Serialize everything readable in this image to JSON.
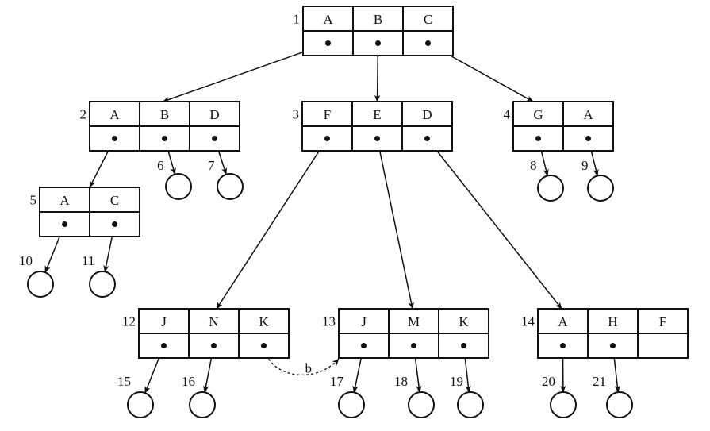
{
  "diagram": {
    "type": "B+ tree / index tree",
    "nodes": [
      {
        "id": "1",
        "label": "1",
        "keys": [
          "A",
          "B",
          "C"
        ],
        "pointers": [
          true,
          true,
          true
        ]
      },
      {
        "id": "2",
        "label": "2",
        "keys": [
          "A",
          "B",
          "D"
        ],
        "pointers": [
          true,
          true,
          true
        ]
      },
      {
        "id": "3",
        "label": "3",
        "keys": [
          "F",
          "E",
          "D"
        ],
        "pointers": [
          true,
          true,
          true
        ]
      },
      {
        "id": "4",
        "label": "4",
        "keys": [
          "G",
          "A"
        ],
        "pointers": [
          true,
          true
        ]
      },
      {
        "id": "5",
        "label": "5",
        "keys": [
          "A",
          "C"
        ],
        "pointers": [
          true,
          true
        ]
      },
      {
        "id": "12",
        "label": "12",
        "keys": [
          "J",
          "N",
          "K"
        ],
        "pointers": [
          true,
          true,
          true
        ]
      },
      {
        "id": "13",
        "label": "13",
        "keys": [
          "J",
          "M",
          "K"
        ],
        "pointers": [
          true,
          true,
          true
        ]
      },
      {
        "id": "14",
        "label": "14",
        "keys": [
          "A",
          "H",
          "F"
        ],
        "pointers": [
          true,
          true,
          false
        ]
      }
    ],
    "leaves": [
      {
        "id": "6",
        "label": "6"
      },
      {
        "id": "7",
        "label": "7"
      },
      {
        "id": "8",
        "label": "8"
      },
      {
        "id": "9",
        "label": "9"
      },
      {
        "id": "10",
        "label": "10"
      },
      {
        "id": "11",
        "label": "11"
      },
      {
        "id": "15",
        "label": "15"
      },
      {
        "id": "16",
        "label": "16"
      },
      {
        "id": "17",
        "label": "17"
      },
      {
        "id": "18",
        "label": "18"
      },
      {
        "id": "19",
        "label": "19"
      },
      {
        "id": "20",
        "label": "20"
      },
      {
        "id": "21",
        "label": "21"
      }
    ],
    "edges": [
      {
        "from": "1",
        "slot": 0,
        "to": "2"
      },
      {
        "from": "1",
        "slot": 1,
        "to": "3"
      },
      {
        "from": "1",
        "slot": 2,
        "to": "4"
      },
      {
        "from": "2",
        "slot": 0,
        "to": "5"
      },
      {
        "from": "2",
        "slot": 1,
        "to": "6"
      },
      {
        "from": "2",
        "slot": 2,
        "to": "7"
      },
      {
        "from": "3",
        "slot": 0,
        "to": "12"
      },
      {
        "from": "3",
        "slot": 1,
        "to": "13"
      },
      {
        "from": "3",
        "slot": 2,
        "to": "14"
      },
      {
        "from": "4",
        "slot": 0,
        "to": "8"
      },
      {
        "from": "4",
        "slot": 1,
        "to": "9"
      },
      {
        "from": "5",
        "slot": 0,
        "to": "10"
      },
      {
        "from": "5",
        "slot": 1,
        "to": "11"
      },
      {
        "from": "12",
        "slot": 0,
        "to": "15"
      },
      {
        "from": "12",
        "slot": 1,
        "to": "16"
      },
      {
        "from": "13",
        "slot": 0,
        "to": "17"
      },
      {
        "from": "13",
        "slot": 1,
        "to": "18"
      },
      {
        "from": "13",
        "slot": 2,
        "to": "19"
      },
      {
        "from": "14",
        "slot": 0,
        "to": "20"
      },
      {
        "from": "14",
        "slot": 1,
        "to": "21"
      }
    ],
    "dashed_edges": [
      {
        "from": "12",
        "slot": 2,
        "to": "13",
        "label": "b"
      }
    ]
  }
}
